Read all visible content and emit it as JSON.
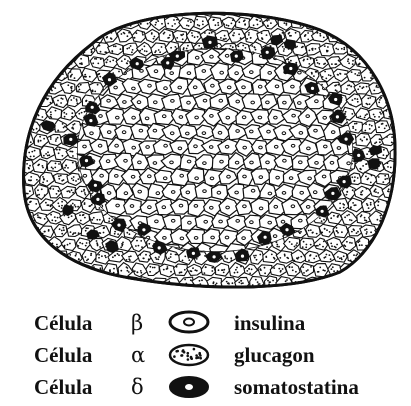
{
  "legend": [
    {
      "cell_label": "Célula",
      "greek": "β",
      "icon": "beta-cell-icon",
      "hormone": "insulina"
    },
    {
      "cell_label": "Célula",
      "greek": "α",
      "icon": "alpha-cell-icon",
      "hormone": "glucagon"
    },
    {
      "cell_label": "Célula",
      "greek": "δ",
      "icon": "delta-cell-icon",
      "hormone": "somatostatina"
    }
  ],
  "colors": {
    "ink": "#111111",
    "background": "#ffffff",
    "delta_fill": "#111111"
  }
}
